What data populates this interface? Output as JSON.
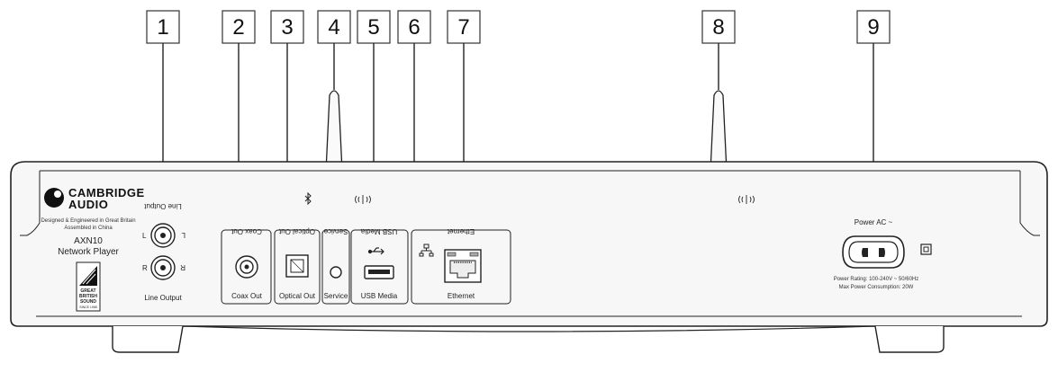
{
  "callouts": [
    "1",
    "2",
    "3",
    "4",
    "5",
    "6",
    "7",
    "8",
    "9"
  ],
  "brand": {
    "line1": "CAMBRIDGE",
    "line2": "AUDIO",
    "tagline1": "Designed & Engineered in Great Britain",
    "tagline2": "Assembled in China",
    "model": "AXN10",
    "model_desc": "Network Player"
  },
  "badge": {
    "line1": "GREAT",
    "line2": "BRITISH",
    "line3": "SOUND",
    "line4": "SINCE 1968"
  },
  "line_output": {
    "label": "Line Output",
    "label_flipped": "Line Output",
    "left": "L",
    "right": "R"
  },
  "coax": {
    "label": "Coax Out",
    "label_flipped": "Coax Out"
  },
  "optical": {
    "label": "Optical Out",
    "label_flipped": "Optical Out"
  },
  "service": {
    "label": "Service",
    "label_flipped": "Service"
  },
  "usb": {
    "label": "USB Media",
    "label_flipped": "USB Media"
  },
  "ethernet": {
    "label": "Ethernet",
    "label_flipped": "Ethernet"
  },
  "power": {
    "label": "Power AC ~",
    "rating": "Power Rating: 100-240V ~ 50/60Hz",
    "consumption": "Max Power Consumption: 20W"
  }
}
